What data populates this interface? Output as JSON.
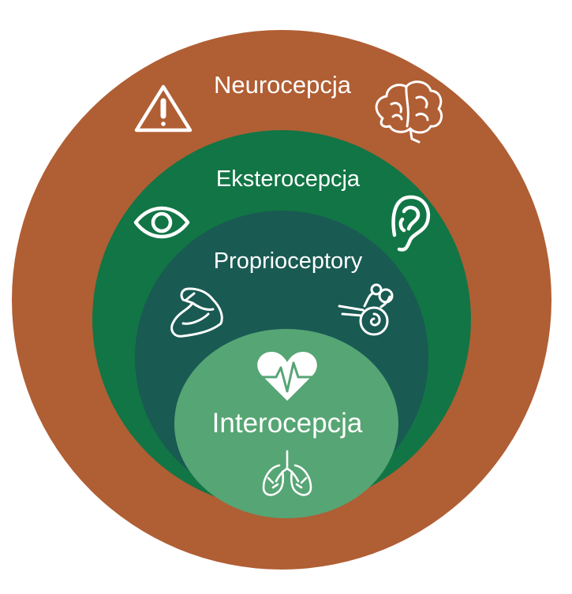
{
  "rings": [
    {
      "id": "neuro",
      "label": "Neurocepcja",
      "color": "#b05e34"
    },
    {
      "id": "ekstero",
      "label": "Eksterocepcja",
      "color": "#127545"
    },
    {
      "id": "proprio",
      "label": "Proprioceptory",
      "color": "#195a53"
    },
    {
      "id": "intero",
      "label": "Interocepcja",
      "color": "#56a574"
    }
  ],
  "icons": {
    "neuro": [
      "warning-icon",
      "brain-icon"
    ],
    "ekstero": [
      "eye-icon",
      "ear-icon"
    ],
    "proprio": [
      "biceps-icon",
      "inner-ear-icon"
    ],
    "intero": [
      "heart-pulse-icon",
      "lungs-icon"
    ]
  },
  "icon_color": "#ffffff"
}
